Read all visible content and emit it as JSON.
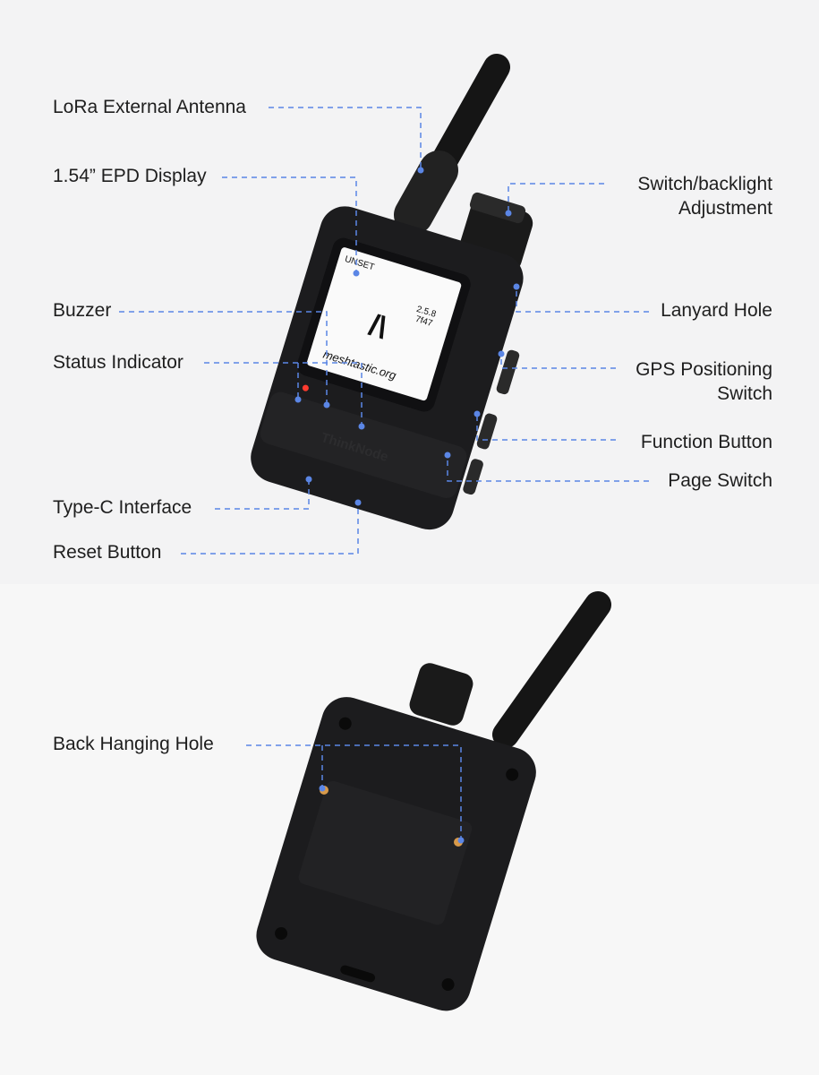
{
  "labels": {
    "lora_antenna": "LoRa External Antenna",
    "epd_display": "1.54” EPD Display",
    "buzzer": "Buzzer",
    "status_indicator": "Status Indicator",
    "type_c": "Type-C Interface",
    "reset_button": "Reset Button",
    "switch_backlight_line1": "Switch/backlight",
    "switch_backlight_line2": "Adjustment",
    "lanyard_hole": "Lanyard Hole",
    "gps_line1": "GPS Positioning",
    "gps_line2": "Switch",
    "function_button": "Function Button",
    "page_switch": "Page Switch",
    "back_hanging_hole": "Back Hanging Hole"
  },
  "screen": {
    "status": "UNSET",
    "version": "2.5.8",
    "id": "7f47",
    "logo": "/\\",
    "url": "meshtastic.org"
  },
  "device": {
    "brand": "ThinkNode"
  },
  "colors": {
    "leader": "#5b86e5",
    "device": "#1c1c1e",
    "led": "#ff3b2f",
    "background": "#f3f3f4"
  }
}
